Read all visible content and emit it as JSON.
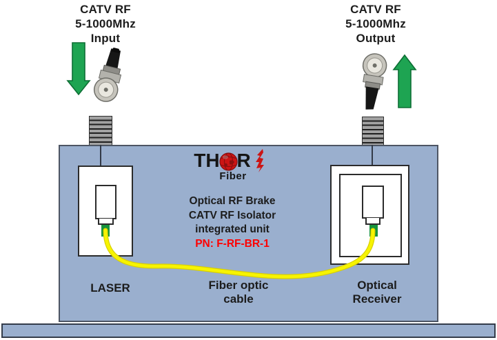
{
  "input_side": {
    "line1": "CATV RF",
    "line2": "5-1000Mhz",
    "line3": "Input"
  },
  "output_side": {
    "line1": "CATV RF",
    "line2": "5-1000Mhz",
    "line3": "Output"
  },
  "logo": {
    "text_left": "TH",
    "text_right": "R",
    "subtitle": "Fiber"
  },
  "unit_info": {
    "line1": "Optical RF Brake",
    "line2": "CATV RF Isolator",
    "line3": "integrated unit",
    "part_number": "PN: F-RF-BR-1"
  },
  "component_labels": {
    "laser": "LASER",
    "fiber_cable_line1": "Fiber optic",
    "fiber_cable_line2": "cable",
    "receiver_line1": "Optical",
    "receiver_line2": "Receiver"
  },
  "colors": {
    "chassis_fill": "#9aafce",
    "chassis_border": "#4d5563",
    "base_border": "#333c4a",
    "module_border": "#2b2b2b",
    "connector_green": "#17933c",
    "fiber_yellow": "#f7f400",
    "arrow_green": "#1ea452",
    "arrow_green_dark": "#0d6e34",
    "part_number_red": "#ff0000",
    "logo_red": "#cc1414",
    "text_dark": "#1c1c1c"
  }
}
